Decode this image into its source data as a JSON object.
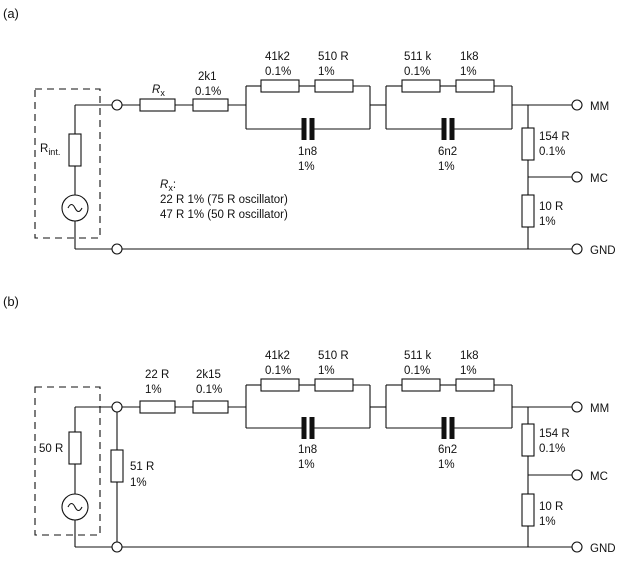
{
  "panel_a": {
    "label": "(a)",
    "source_resistor": "R",
    "source_resistor_sub": "int.",
    "rx": {
      "sym": "R",
      "sub": "x"
    },
    "r_2k1": {
      "value": "2k1",
      "tol": "0.1%"
    },
    "r_41k2": {
      "value": "41k2",
      "tol": "0.1%"
    },
    "r_510": {
      "value": "510 R",
      "tol": "1%"
    },
    "c_1n8": {
      "value": "1n8",
      "tol": "1%"
    },
    "r_511k": {
      "value": "511 k",
      "tol": "0.1%"
    },
    "r_1k8": {
      "value": "1k8",
      "tol": "1%"
    },
    "c_6n2": {
      "value": "6n2",
      "tol": "1%"
    },
    "r_154": {
      "value": "154 R",
      "tol": "0.1%"
    },
    "r_10": {
      "value": "10 R",
      "tol": "1%"
    },
    "note": {
      "sym": "R",
      "sub": "x",
      "colon": ":",
      "line1": "22 R  1% (75 R oscillator)",
      "line2": "47 R  1% (50 R oscillator)"
    },
    "outputs": {
      "mm": "MM",
      "mc": "MC",
      "gnd": "GND"
    }
  },
  "panel_b": {
    "label": "(b)",
    "source_resistor": "50 R",
    "r_22": {
      "value": "22 R",
      "tol": "1%"
    },
    "r_2k15": {
      "value": "2k15",
      "tol": "0.1%"
    },
    "r_51": {
      "value": "51 R",
      "tol": "1%"
    },
    "r_41k2": {
      "value": "41k2",
      "tol": "0.1%"
    },
    "r_510": {
      "value": "510 R",
      "tol": "1%"
    },
    "c_1n8": {
      "value": "1n8",
      "tol": "1%"
    },
    "r_511k": {
      "value": "511 k",
      "tol": "0.1%"
    },
    "r_1k8": {
      "value": "1k8",
      "tol": "1%"
    },
    "c_6n2": {
      "value": "6n2",
      "tol": "1%"
    },
    "r_154": {
      "value": "154 R",
      "tol": "0.1%"
    },
    "r_10": {
      "value": "10 R",
      "tol": "1%"
    },
    "outputs": {
      "mm": "MM",
      "mc": "MC",
      "gnd": "GND"
    }
  }
}
